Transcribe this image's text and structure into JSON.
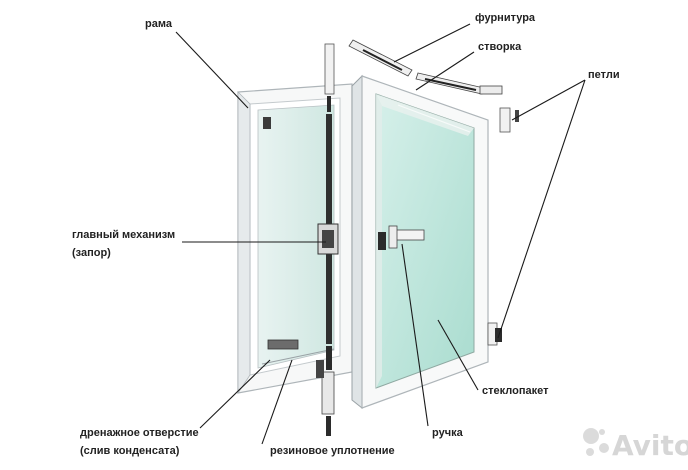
{
  "labels": {
    "frame": "рама",
    "hardware": "фурнитура",
    "sash": "створка",
    "hinges": "петли",
    "main_mechanism_line1": "главный механизм",
    "main_mechanism_line2": "(запор)",
    "glass_unit": "стеклопакет",
    "handle": "ручка",
    "drain_line1": "дренажное отверстие",
    "drain_line2": "(слив конденсата)",
    "rubber_seal": "резиновое уплотнение"
  },
  "watermark": "Avito",
  "colors": {
    "frame_white": "#f7f8f8",
    "frame_edge": "#bfc5c8",
    "glass": "#bfe6de",
    "hardware_dark": "#2b2b2b",
    "text": "#222222",
    "watermark": "#d2d2d2"
  }
}
